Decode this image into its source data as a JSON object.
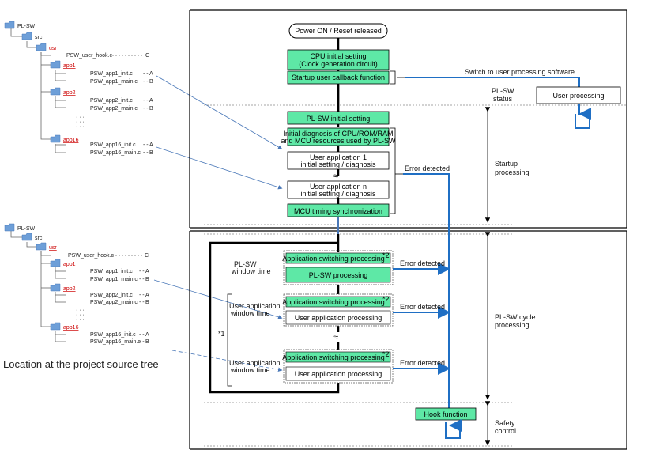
{
  "tree_top": {
    "root": "PL-SW",
    "src": "src",
    "usr": "usr",
    "hook_file": "PSW_user_hook.c",
    "hook_tag": "C",
    "apps": [
      {
        "folder": "app1",
        "init": "PSW_app1_init.c",
        "main": "PSW_app1_main.c"
      },
      {
        "folder": "app2",
        "init": "PSW_app2_init.c",
        "main": "PSW_app2_main.c"
      },
      {
        "folder": "app16",
        "init": "PSW_app16_init.c",
        "main": "PSW_app16_main.c"
      }
    ],
    "tag_a": "A",
    "tag_b": "B"
  },
  "tree_bottom": {
    "root": "PL-SW",
    "src": "src",
    "usr": "usr",
    "hook_file": "PSW_user_hook.c",
    "hook_tag": "C",
    "apps": [
      {
        "folder": "app1",
        "init": "PSW_app1_init.c",
        "main": "PSW_app1_main.c"
      },
      {
        "folder": "app2",
        "init": "PSW_app2_init.c",
        "main": "PSW_app2_main.c"
      },
      {
        "folder": "app16",
        "init": "PSW_app16_init.c",
        "main": "PSW_app16_main.c"
      }
    ],
    "tag_a": "A",
    "tag_b": "B"
  },
  "caption": "Location at the project source tree",
  "flow": {
    "power_on": "Power ON / Reset released",
    "cpu_init_1": "CPU initial setting",
    "cpu_init_2": "(Clock generation circuit)",
    "startup_callback": "Startup user callback function",
    "switch_to_user": "Switch to user processing software",
    "user_processing": "User processing",
    "plsw_status_1": "PL-SW",
    "plsw_status_2": "status",
    "plsw_initial": "PL-SW initial setting",
    "diag_1": "Initial diagnosis of CPU/ROM/RAM",
    "diag_2": "and MCU resources used by PL-SW",
    "ua1_1": "User application 1",
    "ua1_2": "initial setting / diagnosis",
    "uan_1": "User application n",
    "uan_2": "initial setting / diagnosis",
    "mcu_sync": "MCU timing synchronization",
    "error_detected": "Error detected",
    "startup_processing_1": "Startup",
    "startup_processing_2": "processing",
    "app_switching": "Application switching processing",
    "note_2": "*2",
    "plsw_window_1": "PL-SW",
    "plsw_window_2": "window time",
    "plsw_processing": "PL-SW processing",
    "user_app_window_1": "User application",
    "user_app_window_2": "window time",
    "user_app_processing": "User application processing",
    "note_1": "*1",
    "cycle_1": "PL-SW cycle",
    "cycle_2": "processing",
    "hook_function": "Hook function",
    "safety_1": "Safety",
    "safety_2": "control"
  },
  "colors": {
    "green_fill": "#5ee8a6",
    "blue_line": "#1f6fc4",
    "folder_blue": "#6e9fd8",
    "red_text": "#cc0000"
  }
}
